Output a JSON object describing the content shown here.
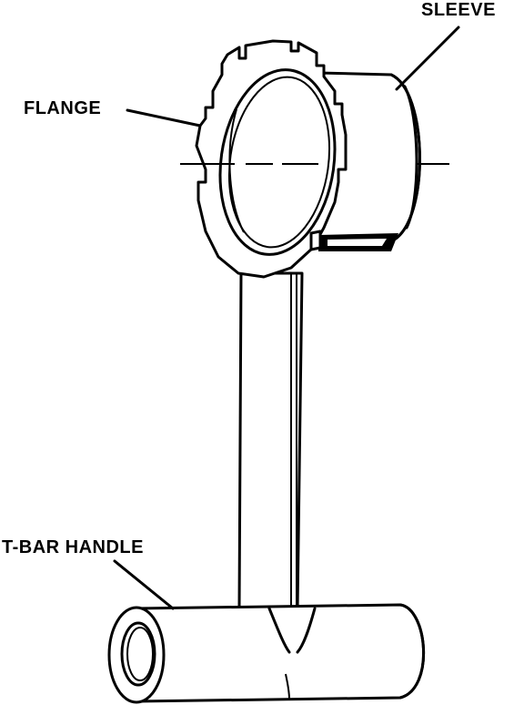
{
  "labels": {
    "sleeve": "SLEEVE",
    "flange": "FLANGE",
    "handle": "T-BAR HANDLE"
  },
  "colors": {
    "ink": "#000000",
    "paper": "#ffffff"
  }
}
